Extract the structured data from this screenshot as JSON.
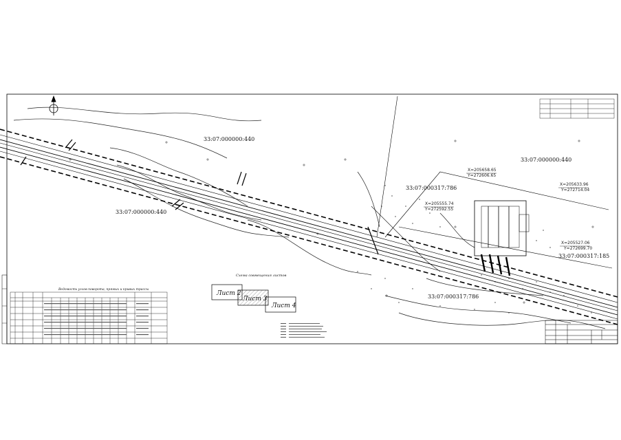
{
  "parcels": {
    "p1": "33:07:000000:440",
    "p2": "33:07:000000:440",
    "p3": "33:07:000000:440",
    "p4": "33:07:000317:786",
    "p5": "33:07:000317:786",
    "p6": "33:07:000317:185"
  },
  "coords": {
    "c1x": "X=205658.65",
    "c1y": "Y=272606.65",
    "c2x": "X=205633.96",
    "c2y": "Y=272714.04",
    "c3x": "X=205555.74",
    "c3y": "Y=272592.55",
    "c4x": "X=205527.06",
    "c4y": "Y=272699.70"
  },
  "sheet_scheme": {
    "title": "Схема совмещения листов",
    "sheet2": "Лист 2",
    "sheet3": "Лист 3",
    "sheet4": "Лист 4"
  },
  "table": {
    "title": "Ведомость углов поворота, прямых и кривых трассы"
  }
}
